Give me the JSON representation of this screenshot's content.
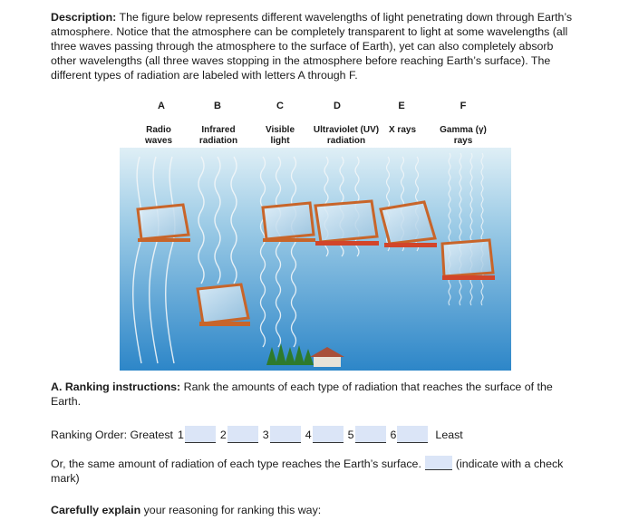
{
  "description": {
    "label": "Description:",
    "text": " The figure below represents different wavelengths of light penetrating down through Earth’s atmosphere. Notice that the atmosphere can be completely transparent to light at some wavelengths (all three waves passing through the atmosphere to the surface of Earth), yet can also completely absorb other wavelengths (all three waves stopping in the atmosphere before reaching Earth’s surface). The different types of radiation are labeled with letters A through F."
  },
  "figure": {
    "letters": [
      "A",
      "B",
      "C",
      "D",
      "E",
      "F"
    ],
    "radiation_labels": [
      {
        "line1": "Radio",
        "line2": "waves"
      },
      {
        "line1": "Infrared",
        "line2": "radiation"
      },
      {
        "line1": "Visible",
        "line2": "light"
      },
      {
        "line1": "Ultraviolet (UV)",
        "line2": "radiation"
      },
      {
        "line1": "X rays",
        "line2": ""
      },
      {
        "line1": "Gamma (γ)",
        "line2": "rays"
      }
    ],
    "colors": {
      "sky_top": "#c9e2ef",
      "sky_bottom": "#2d86c8",
      "panel_frame": "#c8652a",
      "ground": "#2e7a2c"
    }
  },
  "instructions": {
    "label": "A. Ranking instructions:",
    "text": " Rank the amounts of each type of radiation that reaches the surface of the Earth."
  },
  "ranking": {
    "prefix": "Ranking Order: Greatest",
    "positions": [
      "1",
      "2",
      "3",
      "4",
      "5",
      "6"
    ],
    "suffix": "Least"
  },
  "same_amount": {
    "text": "Or, the same amount of radiation of each type reaches the Earth’s surface.",
    "note": "(indicate with a check mark)"
  },
  "explain": {
    "label": "Carefully explain",
    "text": " your reasoning for ranking this way:"
  }
}
